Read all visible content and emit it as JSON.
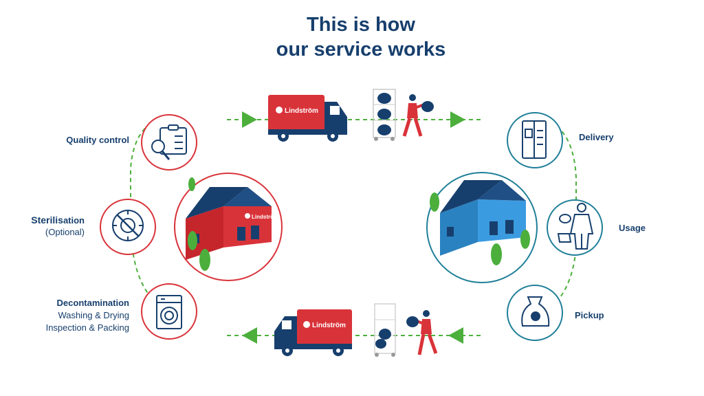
{
  "title": {
    "line1": "This is how",
    "line2": "our service works"
  },
  "brand": {
    "name": "Lindström",
    "red": "#d9333a",
    "navy": "#173f6d",
    "blue": "#2e8fd0",
    "teal": "#1f7f98",
    "green": "#4caf3c"
  },
  "steps": {
    "quality_control": "Quality control",
    "sterilisation_bold": "Sterilis",
    "sterilisation_rest": "ation",
    "sterilisation_note": "(Optional)",
    "decontamination": "Decontamination",
    "washing": "Washing & Drying",
    "inspection": "Inspection & Packing",
    "delivery": "Delivery",
    "usage": "Usage",
    "pickup": "Pickup"
  }
}
